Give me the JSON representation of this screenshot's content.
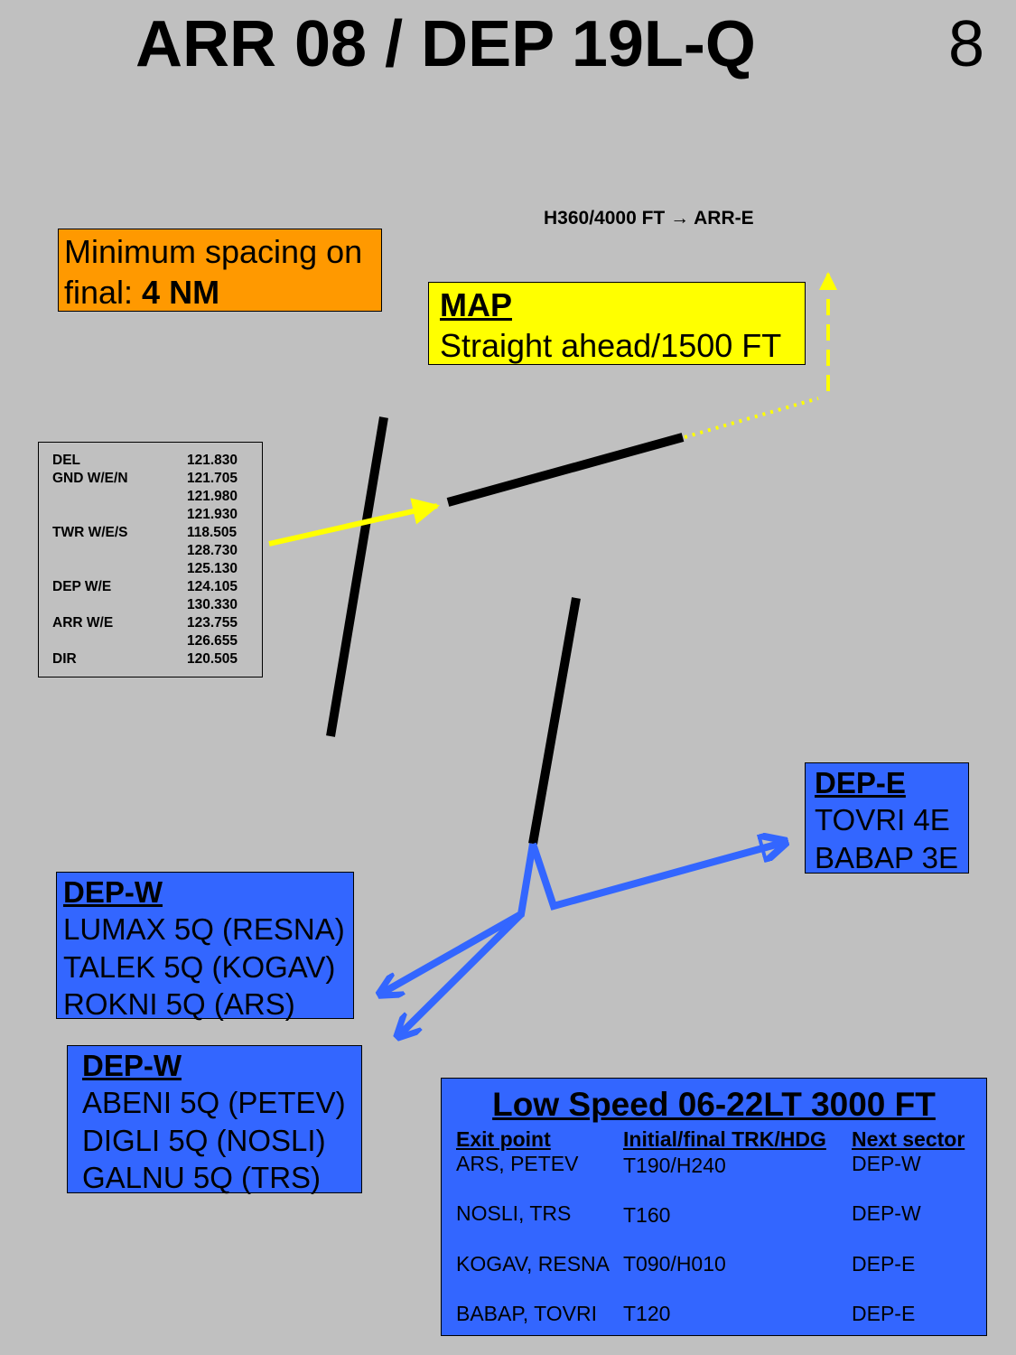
{
  "title": "ARR 08 / DEP 19L-Q",
  "page_number": "8",
  "missed_approach_instruction": "H360/4000 FT → ARR-E",
  "min_spacing": {
    "line1": "Minimum spacing on",
    "prefix": "final: ",
    "value": "4 NM",
    "color": "#ff9900"
  },
  "map_box": {
    "header": "MAP",
    "text": "Straight ahead/1500 FT",
    "color": "#ffff00"
  },
  "frequencies": [
    {
      "label": "DEL",
      "value": "121.830"
    },
    {
      "label": "GND W/E/N",
      "value": "121.705"
    },
    {
      "label": "",
      "value": "121.980"
    },
    {
      "label": "",
      "value": "121.930"
    },
    {
      "label": "TWR W/E/S",
      "value": "118.505"
    },
    {
      "label": "",
      "value": "128.730"
    },
    {
      "label": "",
      "value": "125.130"
    },
    {
      "label": "DEP W/E",
      "value": "124.105"
    },
    {
      "label": "",
      "value": "130.330"
    },
    {
      "label": "ARR W/E",
      "value": "123.755"
    },
    {
      "label": "",
      "value": "126.655"
    },
    {
      "label": "DIR",
      "value": "120.505"
    }
  ],
  "dep_e": {
    "header": "DEP-E",
    "routes": [
      "TOVRI 4E",
      "BABAP 3E"
    ]
  },
  "dep_w_north": {
    "header": "DEP-W",
    "routes": [
      "LUMAX 5Q (RESNA)",
      "TALEK 5Q (KOGAV)",
      "ROKNI 5Q (ARS)"
    ]
  },
  "dep_w_south": {
    "header": "DEP-W",
    "routes": [
      "ABENI 5Q (PETEV)",
      "DIGLI 5Q (NOSLI)",
      "GALNU 5Q (TRS)"
    ]
  },
  "low_speed": {
    "title": "Low Speed 06-22LT  3000 FT",
    "headers": [
      "Exit point",
      "Initial/final TRK/HDG",
      "Next sector"
    ],
    "rows": [
      [
        "ARS, PETEV",
        "T190/H240",
        "DEP-W"
      ],
      [
        "NOSLI, TRS",
        "T160",
        "DEP-W"
      ],
      [
        "KOGAV, RESNA",
        "T090/H010",
        "DEP-E"
      ],
      [
        "BABAP, TOVRI",
        "T120",
        "DEP-E"
      ]
    ]
  },
  "colors": {
    "background": "#c0c0c0",
    "route_blue": "#3366ff",
    "arrival_yellow": "#ffff00",
    "runway": "#000000"
  }
}
